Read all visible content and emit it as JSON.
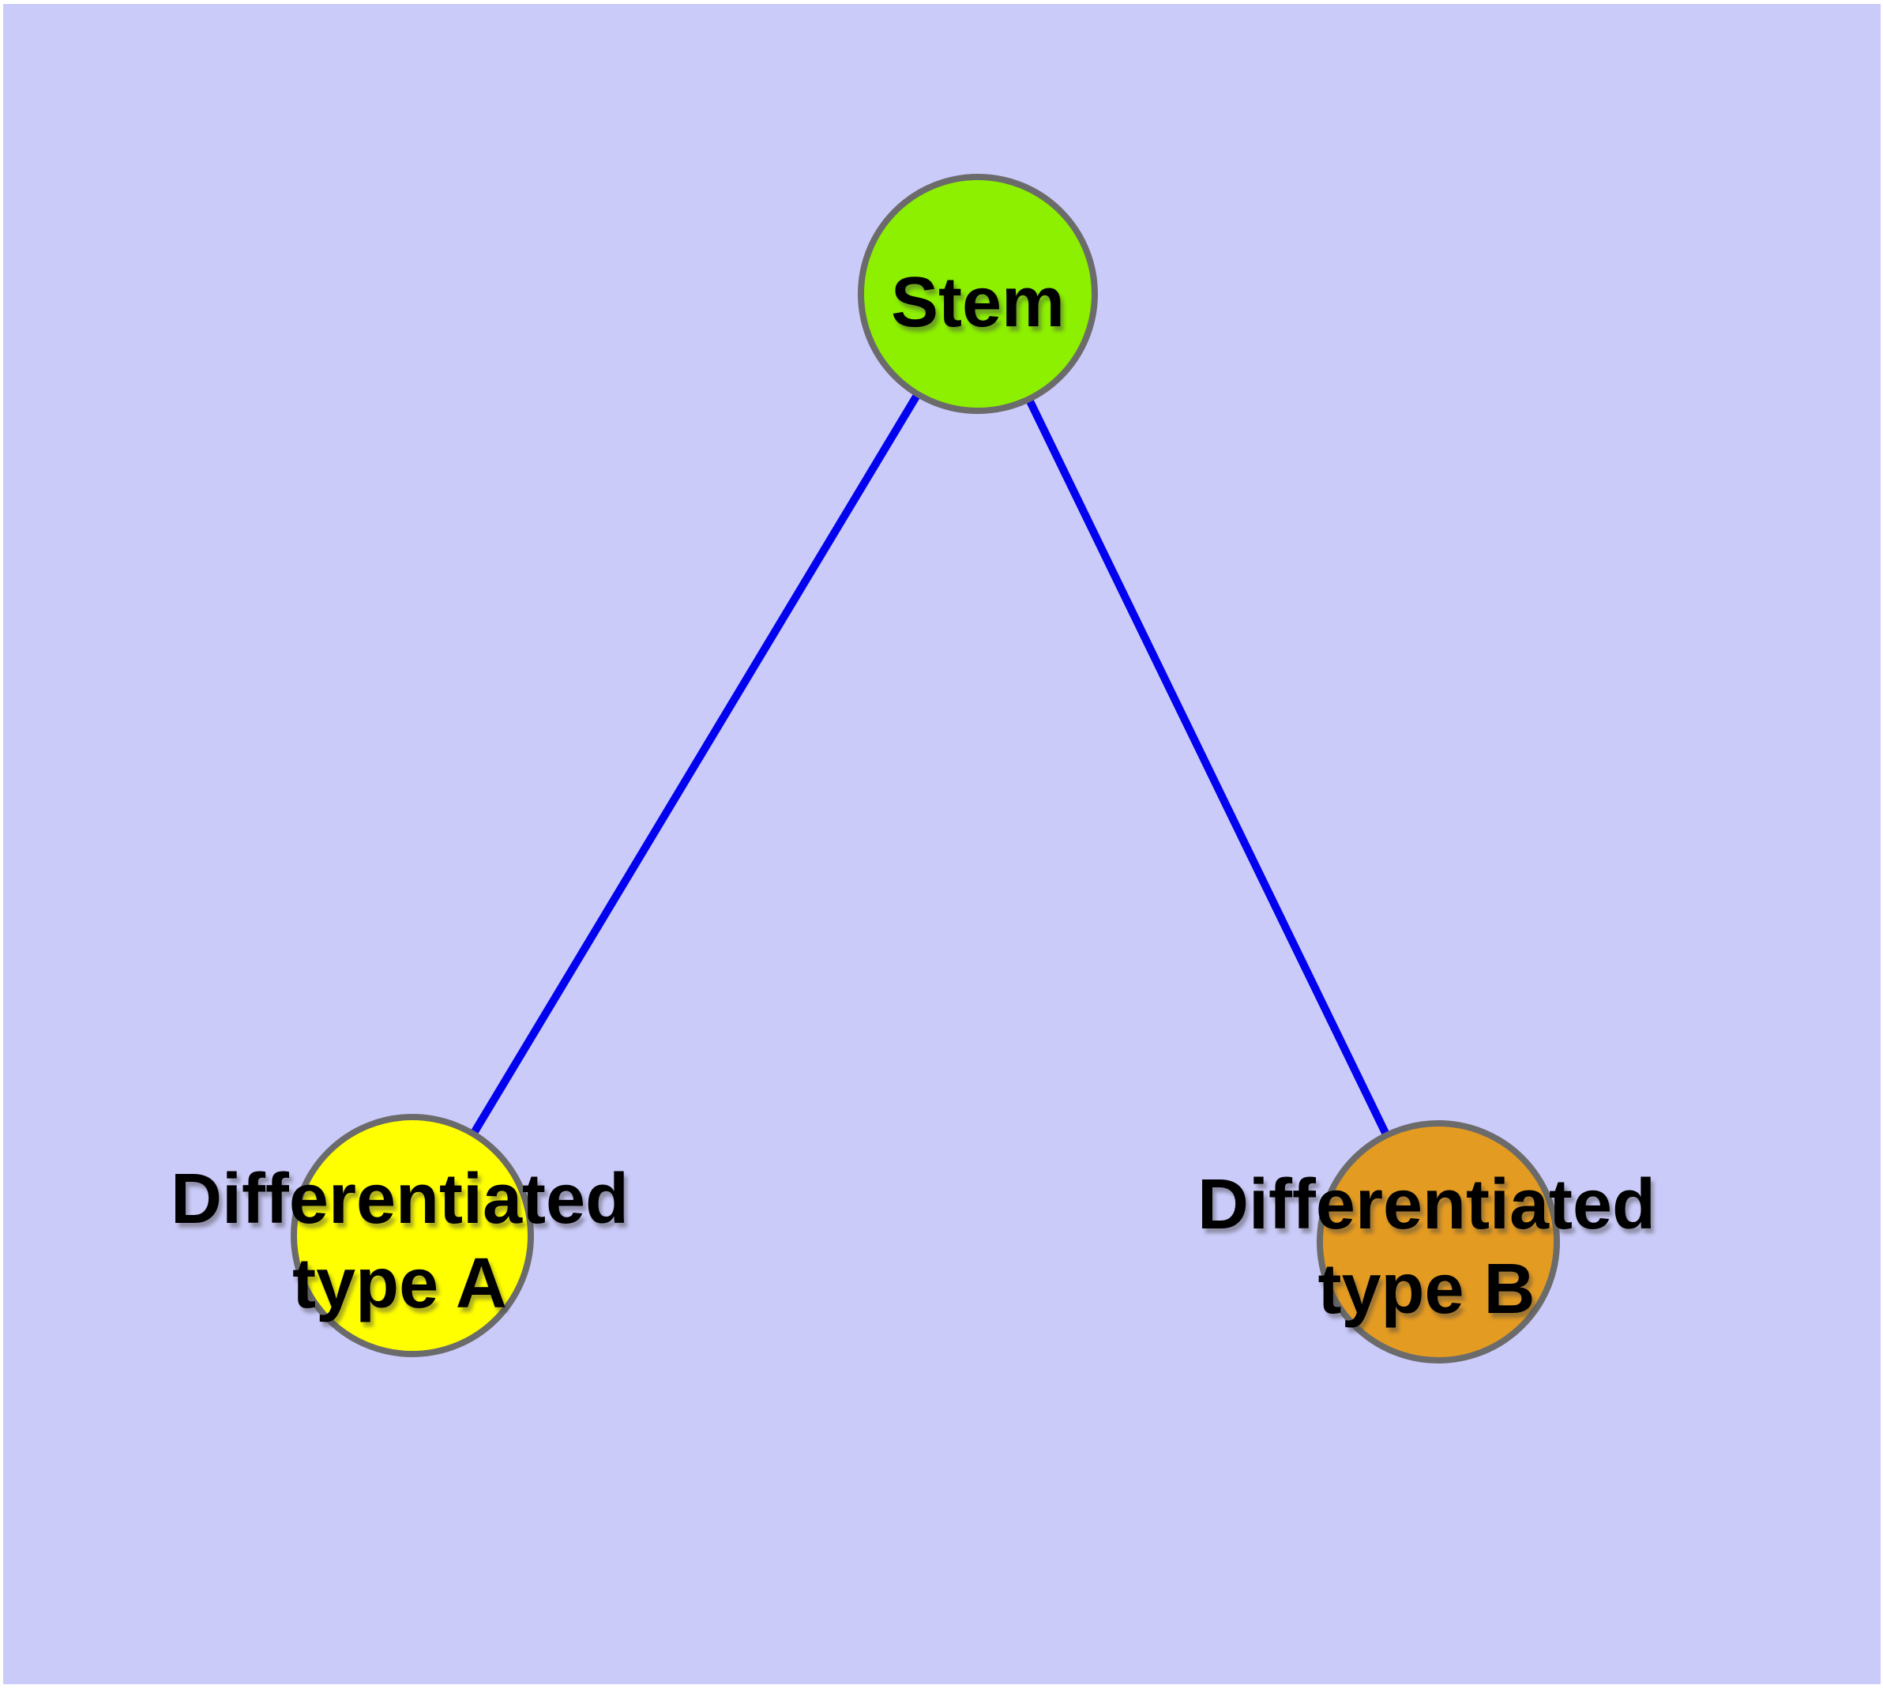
{
  "diagram": {
    "type": "node-link-graph",
    "background_color": "#cbcbfa",
    "frame_color": "#ffffff",
    "edge_color": "#0202ee",
    "node_border_color": "#6b6b6b",
    "label_color": "#000000",
    "nodes": {
      "stem": {
        "label": "Stem",
        "fill": "#8cf000"
      },
      "type_a": {
        "label_line1": "Differentiated",
        "label_line2": "type A",
        "fill": "#ffff00"
      },
      "type_b": {
        "label_line1": "Differentiated",
        "label_line2": "type B",
        "fill": "#e49b22"
      }
    },
    "edges": [
      {
        "from": "Stem",
        "to": "Differentiated type A"
      },
      {
        "from": "Stem",
        "to": "Differentiated type B"
      }
    ]
  }
}
